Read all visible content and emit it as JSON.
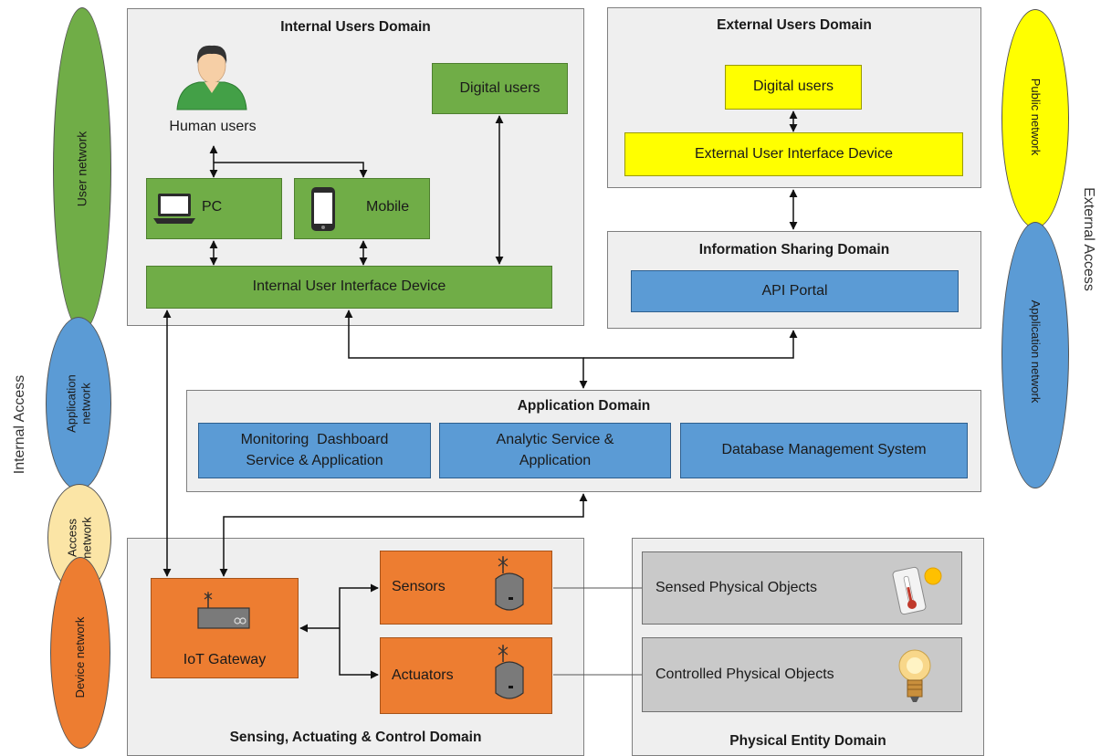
{
  "left_networks": {
    "user": "User network",
    "application": "Application network",
    "access": "Access network",
    "device": "Device network",
    "side_label": "Internal Access"
  },
  "right_networks": {
    "public": "Public network",
    "application": "Application network",
    "side_label": "External Access"
  },
  "internal_users": {
    "title": "Internal Users Domain",
    "human_users": "Human users",
    "digital_users": "Digital users",
    "pc": "PC",
    "mobile": "Mobile",
    "interface": "Internal User Interface Device"
  },
  "external_users": {
    "title": "External Users Domain",
    "digital_users": "Digital users",
    "interface": "External User Interface Device"
  },
  "info_sharing": {
    "title": "Information Sharing Domain",
    "api_portal": "API Portal"
  },
  "application": {
    "title": "Application Domain",
    "monitoring_line1": "Monitoring  Dashboard",
    "monitoring_line2": "Service & Application",
    "analytic_line1": "Analytic Service &",
    "analytic_line2": "Application",
    "database": "Database Management System"
  },
  "sensing": {
    "title": "Sensing, Actuating & Control Domain",
    "gateway": "IoT Gateway",
    "sensors": "Sensors",
    "actuators": "Actuators"
  },
  "physical": {
    "title": "Physical Entity Domain",
    "sensed": "Sensed Physical Objects",
    "controlled": "Controlled Physical Objects"
  },
  "colors": {
    "green": "#70ad47",
    "yellow": "#ffff00",
    "blue": "#5b9bd5",
    "orange": "#ed7d31",
    "access": "#fbe5a6",
    "domain_bg": "#efefef",
    "object_grey": "#c9c9c9"
  },
  "icons": [
    "person-icon",
    "laptop-icon",
    "phone-icon",
    "router-icon",
    "sensor-icon",
    "thermometer-icon",
    "lightbulb-icon"
  ]
}
